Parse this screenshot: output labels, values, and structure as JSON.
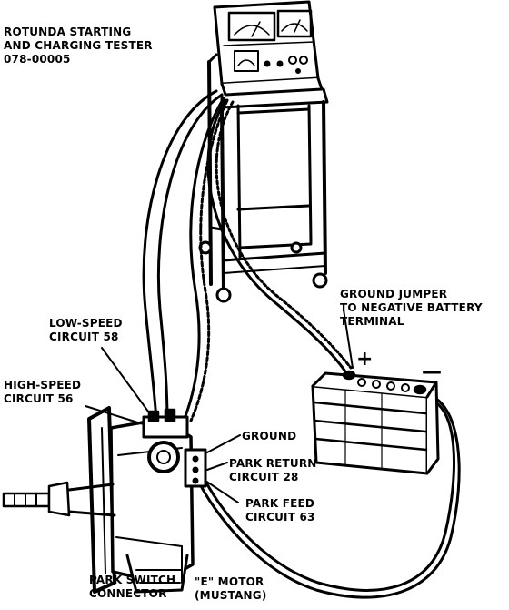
{
  "tester_label": [
    "ROTUNDA STARTING",
    "AND CHARGING TESTER",
    "078-00005"
  ],
  "ground_jumper": [
    "GROUND JUMPER",
    "TO NEGATIVE BATTERY",
    "TERMINAL"
  ],
  "low_speed": [
    "LOW-SPEED",
    "CIRCUIT 58"
  ],
  "high_speed": [
    "HIGH-SPEED",
    "CIRCUIT 56"
  ],
  "ground": "GROUND",
  "park_return": [
    "PARK RETURN",
    "CIRCUIT 28"
  ],
  "park_feed": [
    "PARK FEED",
    "CIRCUIT 63"
  ],
  "park_switch": [
    "PARK SWITCH",
    "CONNECTOR"
  ],
  "e_motor": [
    "\"E\" MOTOR",
    "(MUSTANG)"
  ],
  "battery_positive": "+",
  "battery_negative": "—"
}
